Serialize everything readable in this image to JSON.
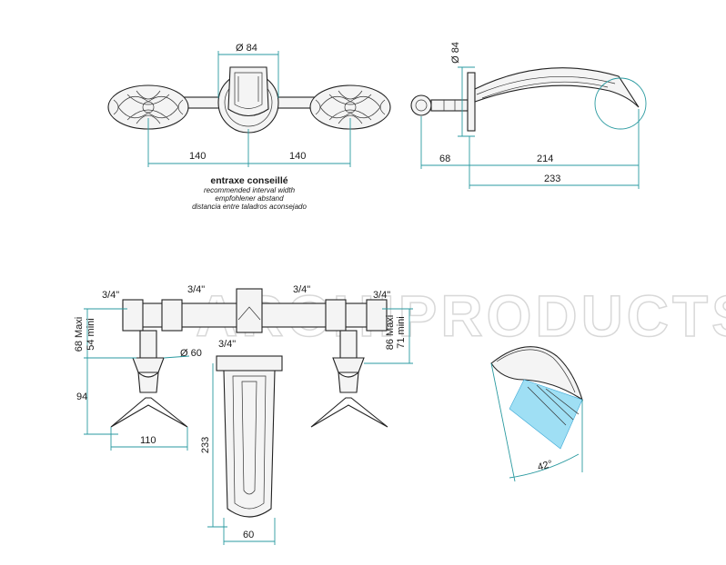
{
  "watermark": "ARCHIPRODUCTS",
  "top_front": {
    "dia": "Ø 84",
    "left_spacing": "140",
    "right_spacing": "140",
    "note_fr": "entraxe conseillé",
    "note_en": "recommended interval width",
    "note_de": "empfohlener abstand",
    "note_es": "distancia entre taladros aconsejado"
  },
  "top_side": {
    "dia": "Ø 84",
    "d68": "68",
    "d214": "214",
    "d233": "233"
  },
  "bottom": {
    "thread_ll": "3/4\"",
    "thread_lc": "3/4\"",
    "thread_rc": "3/4\"",
    "thread_rr": "3/4\"",
    "thread_spout": "3/4\"",
    "left_max": "68 Maxi",
    "left_min": "54 mini",
    "right_max": "86 Maxi",
    "right_min": "71 mini",
    "dia60": "Ø 60",
    "h94": "94",
    "w110": "110",
    "spout_len": "233",
    "spout_w": "60"
  },
  "spray_detail": {
    "angle": "42°"
  }
}
